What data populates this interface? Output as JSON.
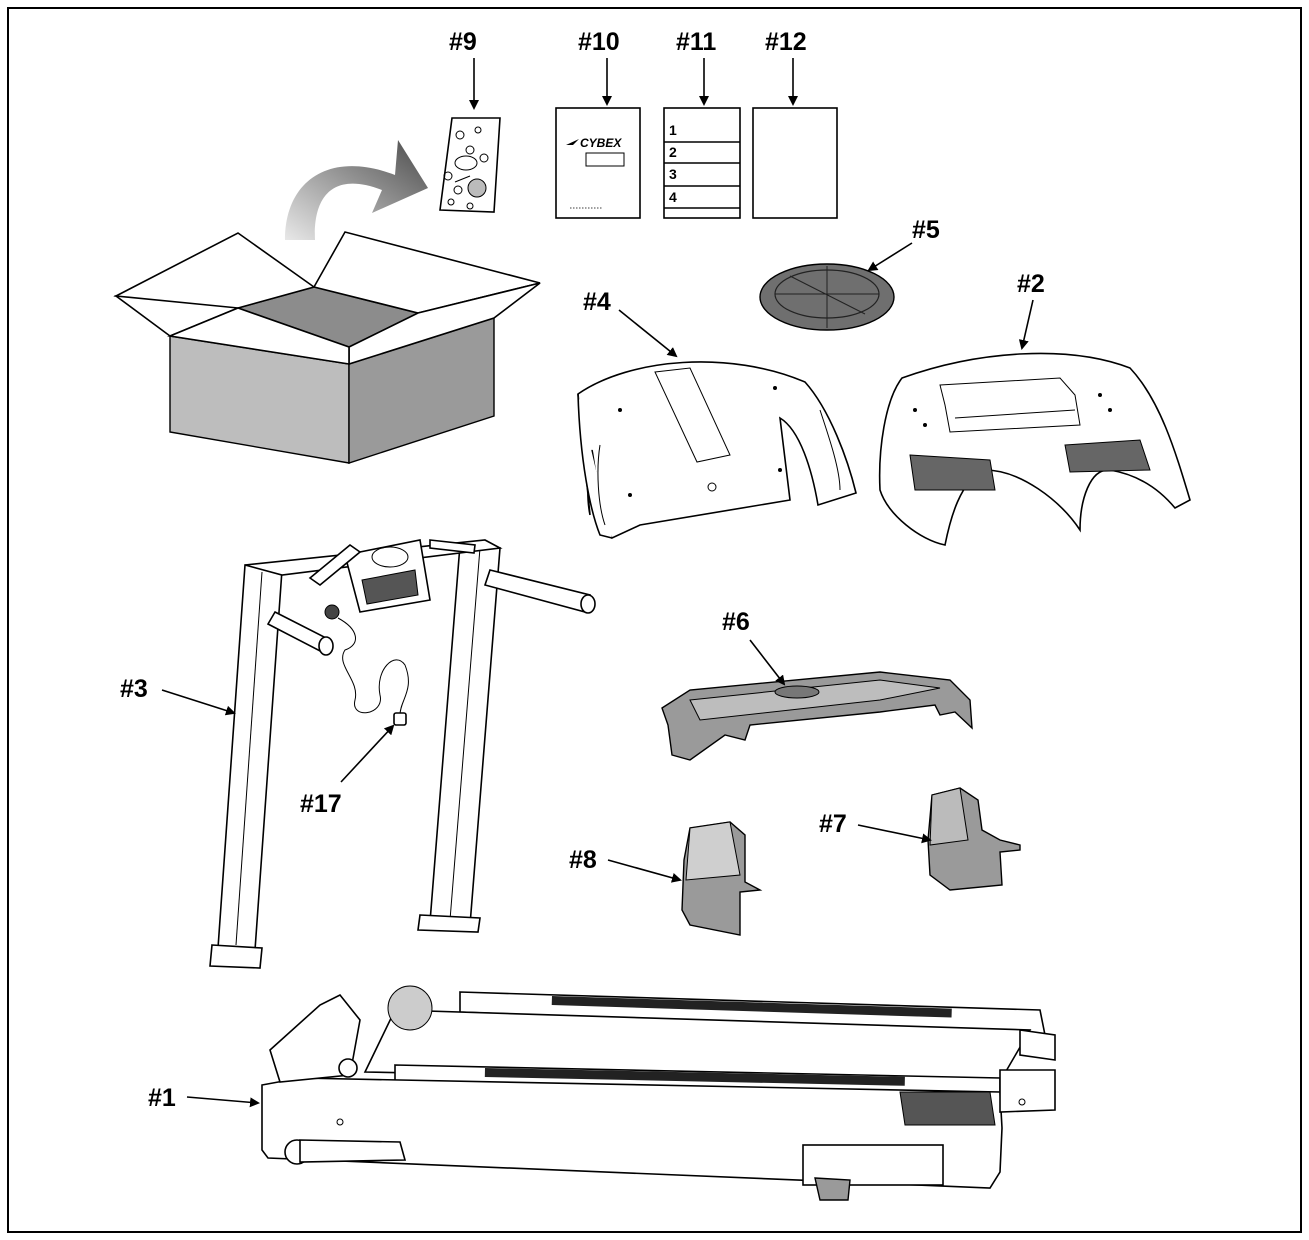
{
  "colors": {
    "border": "#000000",
    "background": "#ffffff",
    "part_fill": "#ffffff",
    "shade_light": "#bdbdbd",
    "shade_mid": "#9a9a9a",
    "shade_dark": "#6f6f6f"
  },
  "labels": {
    "p1": "#1",
    "p2": "#2",
    "p3": "#3",
    "p4": "#4",
    "p5": "#5",
    "p6": "#6",
    "p7": "#7",
    "p8": "#8",
    "p9": "#9",
    "p10": "#10",
    "p11": "#11",
    "p12": "#12",
    "p17": "#17"
  },
  "manual": {
    "brand": "CYBEX"
  },
  "checklist": {
    "items": [
      "1",
      "2",
      "3",
      "4"
    ]
  }
}
